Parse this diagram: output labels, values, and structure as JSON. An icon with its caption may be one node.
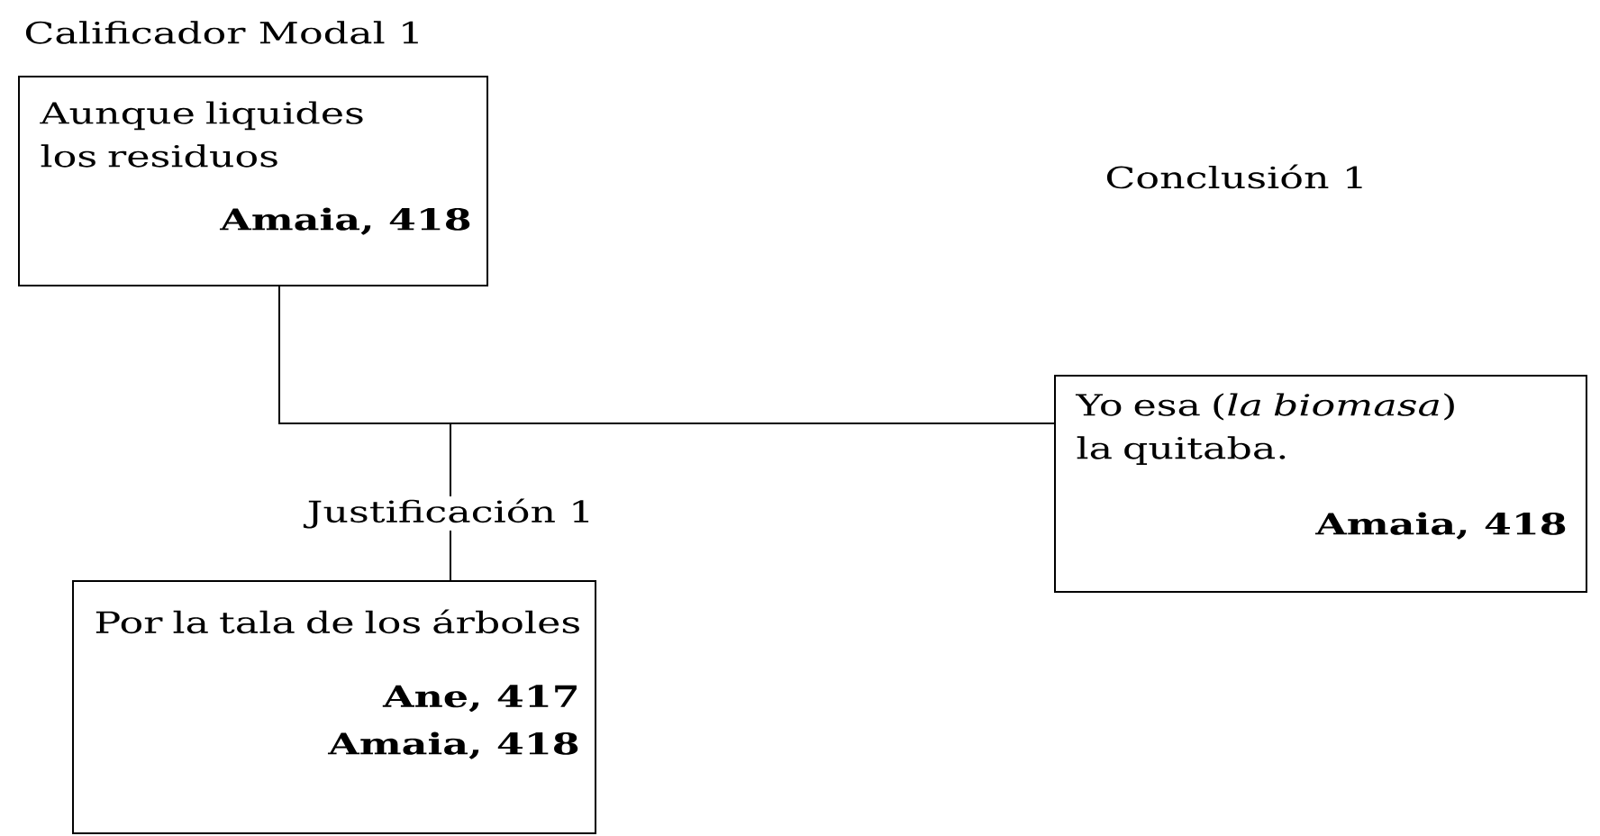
{
  "diagram": {
    "nodes": [
      {
        "text": [
          "Calificador Modal 1",
          "Aunque liquides los residuos",
          "Amaia, 418"
        ]
      },
      {
        "text": [
          "Yo esa (*la biomasa*) la quitaba.",
          "Amaia, 418"
        ]
      },
      {
        "text": [
          "Justificación 1",
          "Por la tala de los árboles",
          "Ane, 417",
          "Amaia, 418"
        ]
      }
    ],
    "edges": [
      {
        "from": 0,
        "to": 1,
        "arrow": "none"
      },
      {
        "from": 2,
        "to": 1,
        "arrow": "none"
      }
    ],
    "labels": [
      "Conclusión 1"
    ]
  }
}
